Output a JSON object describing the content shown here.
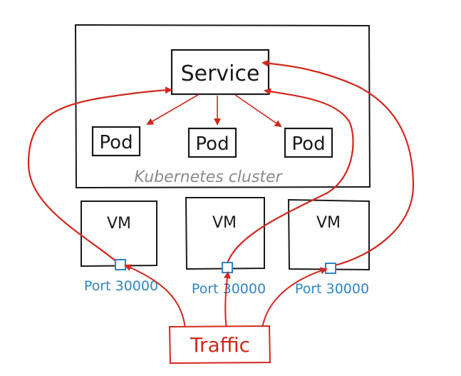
{
  "diagram": {
    "cluster_label": "Kubernetes cluster",
    "service_label": "Service",
    "pods": [
      {
        "label": "Pod"
      },
      {
        "label": "Pod"
      },
      {
        "label": "Pod"
      }
    ],
    "vms": [
      {
        "label": "VM",
        "port_label": "Port 30000"
      },
      {
        "label": "VM",
        "port_label": "Port 30000"
      },
      {
        "label": "VM",
        "port_label": "Port 30000"
      }
    ],
    "traffic_label": "Traffic"
  },
  "colors": {
    "ink": "#1a1a1a",
    "arrow_red": "#d2281e",
    "port_blue": "#2f86c8",
    "cluster_label_gray": "#8a8a8a"
  }
}
